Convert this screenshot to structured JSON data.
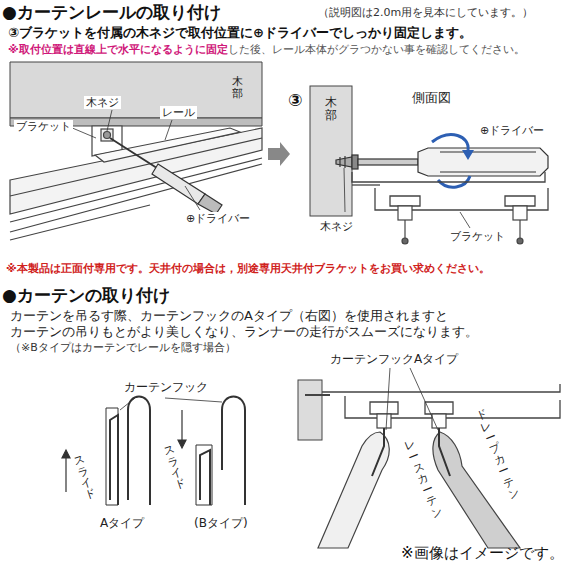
{
  "diagram": {
    "title": "●カーテンレールの取り付け",
    "caption": "※画像はイメージです。",
    "labels": [
      "（説明図は2.0m用を見本にしています。）",
      "③ブラケットを付属の木ネジで取付位置に⊕ドライバーでしっかり固定します。",
      "※取付位置は直線上で水平になるように固定",
      "した後、レール本体がグラつかない事を確認してください。",
      "ブラケット",
      "木ネジ",
      "レール",
      "木部",
      "⊕ドライバー",
      "③",
      "側面図",
      "木部",
      "⊕ドライバー",
      "木ネジ",
      "ブラケット",
      "※本製品は正面付専用です。天井付の場合は，別途専用天井付ブラケットをお買い求めください。",
      "●カーテンの取り付け",
      "カーテンを吊るす際、カーテンフックのAタイプ（右図）を使用されますと",
      "カーテンの吊りもとがより美しくなり、ランナーの走行がスムーズになります。",
      "（※Bタイプはカーテンでレールを隠す場合）",
      "カーテンフック",
      "スライド",
      "Aタイプ",
      "スライド",
      "(Bタイプ)",
      "カーテンフックAタイプ",
      "レースカーテン",
      "ドレープカーテン"
    ]
  }
}
